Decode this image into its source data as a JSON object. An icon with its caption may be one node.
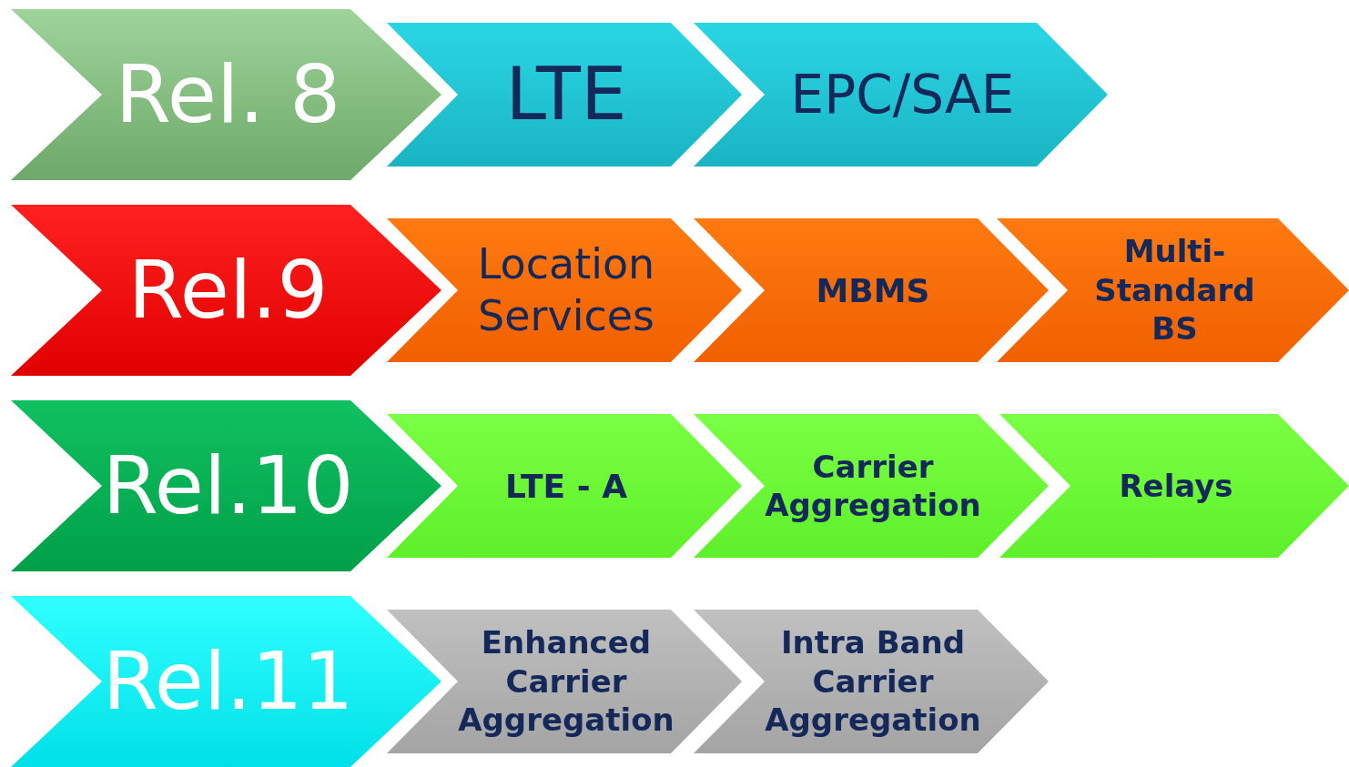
{
  "diagram": {
    "nodes": [
      {
        "text": [
          "Rel. 8"
        ]
      },
      {
        "text": [
          "LTE"
        ]
      },
      {
        "text": [
          "EPC/SAE"
        ]
      },
      {
        "text": [
          "Rel.9"
        ]
      },
      {
        "text": [
          "Location Services"
        ]
      },
      {
        "text": [
          "MBMS"
        ]
      },
      {
        "text": [
          "Multi-Standard BS"
        ]
      },
      {
        "text": [
          "Rel.10"
        ]
      },
      {
        "text": [
          "LTE - A"
        ]
      },
      {
        "text": [
          "Carrier Aggregation"
        ]
      },
      {
        "text": [
          "Relays"
        ]
      },
      {
        "text": [
          "Rel.11"
        ]
      },
      {
        "text": [
          "Enhanced Carrier Aggregation"
        ]
      },
      {
        "text": [
          "Intra Band Carrier Aggregation"
        ]
      }
    ]
  }
}
